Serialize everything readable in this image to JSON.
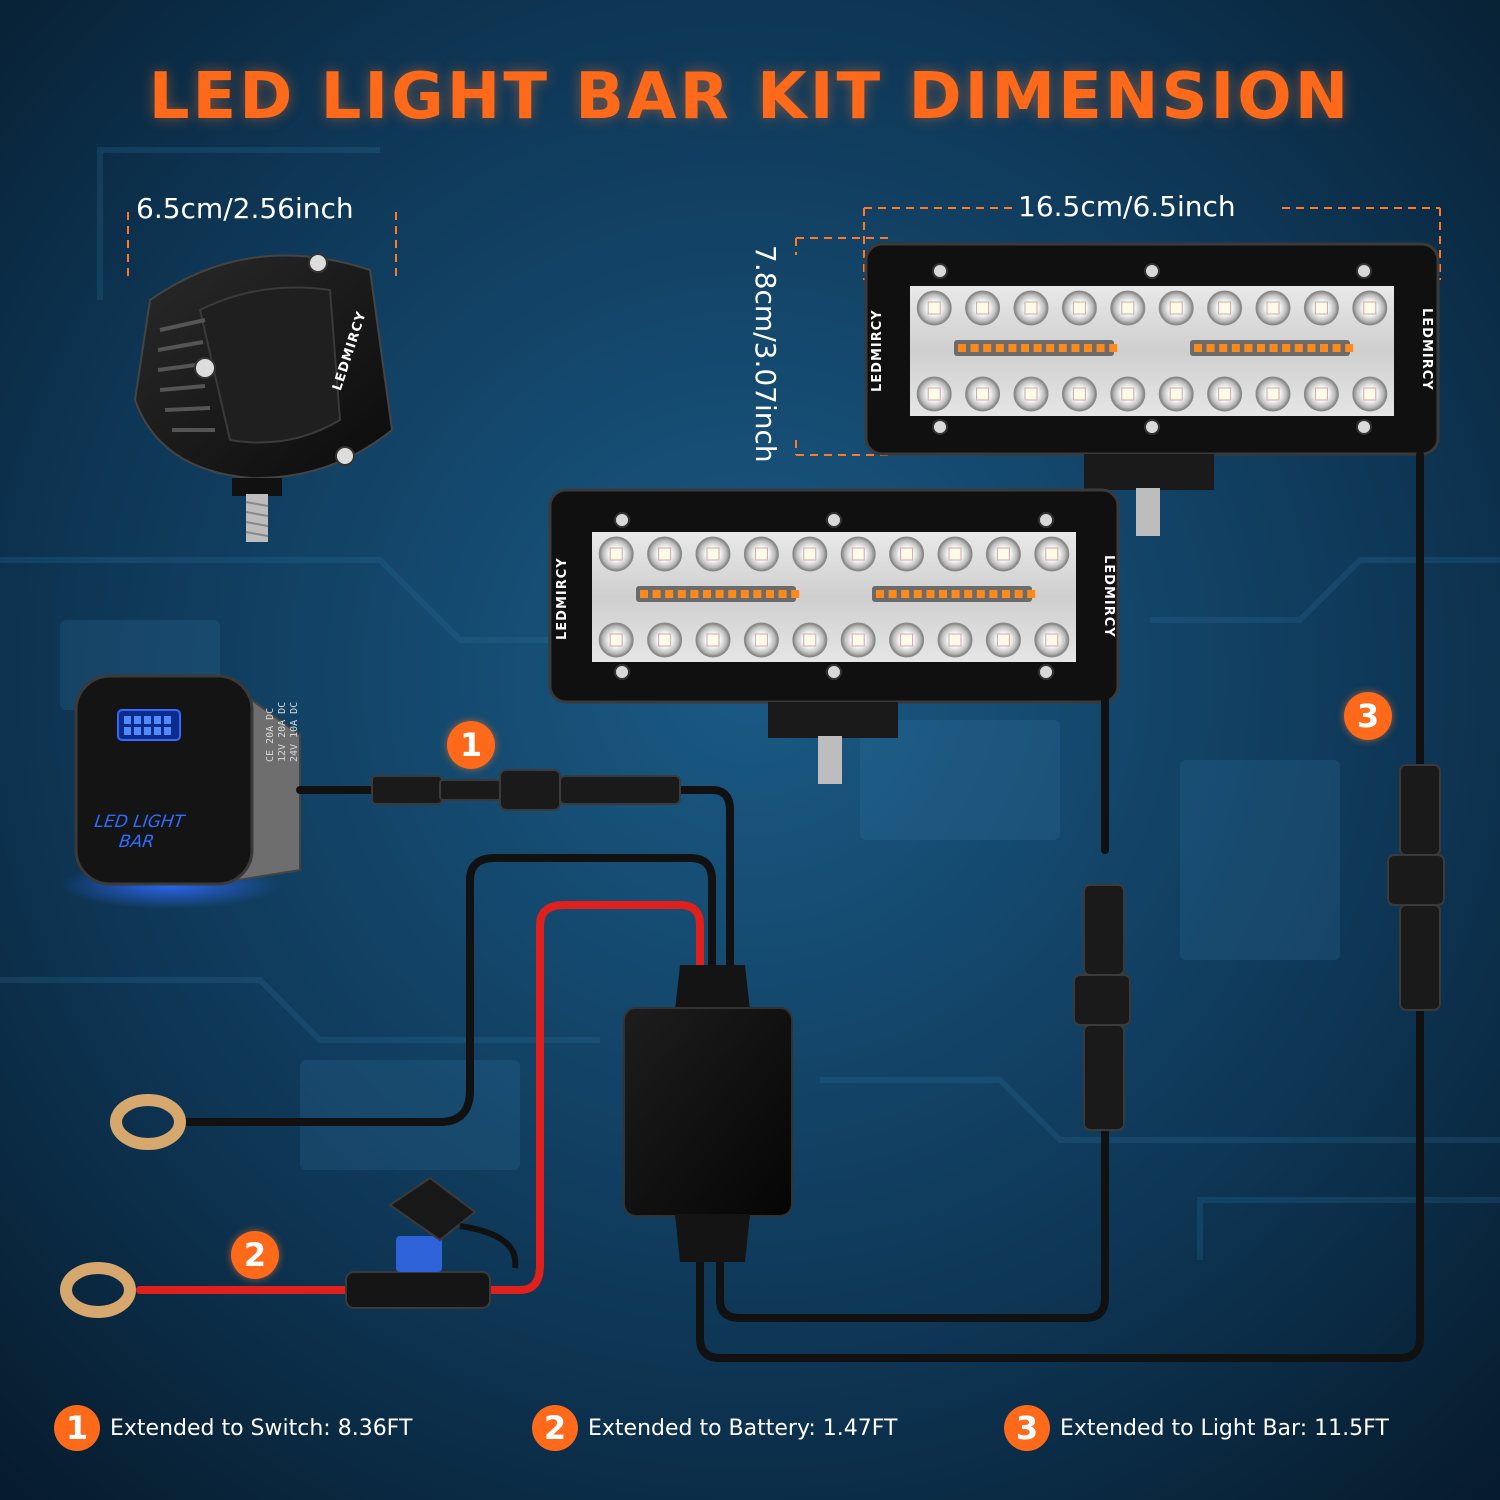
{
  "title": "LED LIGHT BAR KIT DIMENSION",
  "dimensions": {
    "pod_width": "6.5cm/2.56inch",
    "bar_width": "16.5cm/6.5inch",
    "bar_height": "7.8cm/3.07inch"
  },
  "brand": "LEDMIRCY",
  "switch": {
    "label_line1": "LED LIGHT",
    "label_line2": "BAR",
    "spec": "CE 20A DC\n12V 20A DC\n24V 10A DC"
  },
  "callouts": [
    "1",
    "2",
    "3"
  ],
  "legend": [
    {
      "num": "1",
      "text": "Extended to Switch: 8.36FT"
    },
    {
      "num": "2",
      "text": "Extended to Battery: 1.47FT"
    },
    {
      "num": "3",
      "text": "Extended to Light Bar: 11.5FT"
    }
  ],
  "colors": {
    "accent": "#ff6a1a",
    "background": "#0b2f4a",
    "wire_red": "#e0201c",
    "switch_led": "#2f6bff"
  }
}
